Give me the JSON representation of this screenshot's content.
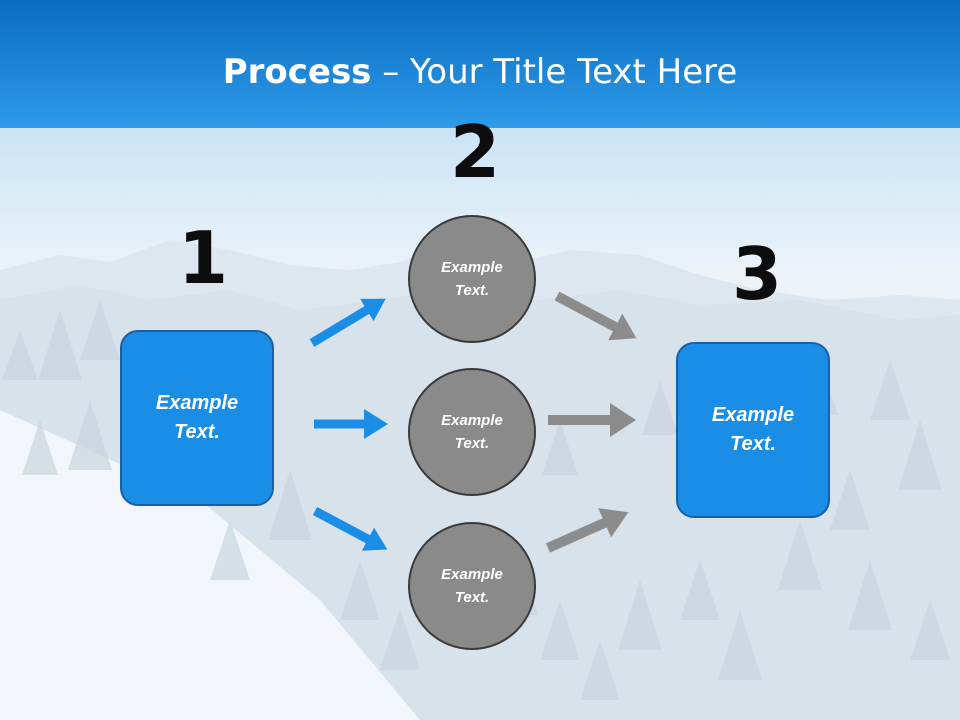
{
  "title": {
    "bold": "Process",
    "rest": "– Your Title Text Here"
  },
  "step_numbers": [
    "1",
    "2",
    "3"
  ],
  "left_box": {
    "text": "Example\nText."
  },
  "circles": [
    {
      "text": "Example\nText."
    },
    {
      "text": "Example\nText."
    },
    {
      "text": "Example\nText."
    }
  ],
  "right_box": {
    "text": "Example\nText."
  },
  "colors": {
    "header_top": "#0a6cc0",
    "header_bottom": "#2d9aea",
    "box_fill": "#1a8ee6",
    "circle_fill": "#8a8a8a",
    "arrow_blue": "#1a8ee6",
    "arrow_gray": "#8c8c8c"
  },
  "background": "snowy-mountain-forest-photo"
}
